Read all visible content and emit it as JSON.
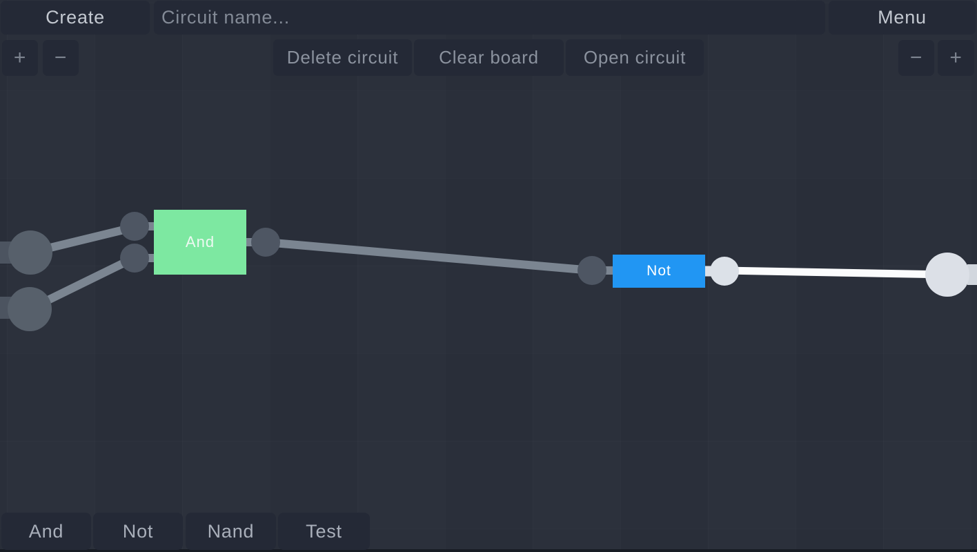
{
  "topbar": {
    "create": "Create",
    "circuit_name_placeholder": "Circuit name...",
    "circuit_name_value": "",
    "menu": "Menu"
  },
  "actions": {
    "delete_circuit": "Delete circuit",
    "clear_board": "Clear board",
    "open_circuit": "Open circuit"
  },
  "zoom_controls": {
    "left_plus": "+",
    "left_minus": "−",
    "right_minus": "−",
    "right_plus": "+"
  },
  "canvas": {
    "gates": [
      {
        "label": "And",
        "type": "and-gate",
        "state_color": "#7de8a1"
      },
      {
        "label": "Not",
        "type": "not-gate",
        "state_color": "#2196f3"
      }
    ],
    "colors": {
      "wire_off": "#7b8591",
      "wire_on": "#fbfcfd",
      "node_off": "#4e5663",
      "node_on": "#dce1e8",
      "terminal_off": "#57606b",
      "terminal_on": "#dce0e7",
      "trunk_off": "#4c5460",
      "trunk_on": "#d2d7de"
    }
  },
  "palette": {
    "items": [
      "And",
      "Not",
      "Nand",
      "Test"
    ]
  }
}
